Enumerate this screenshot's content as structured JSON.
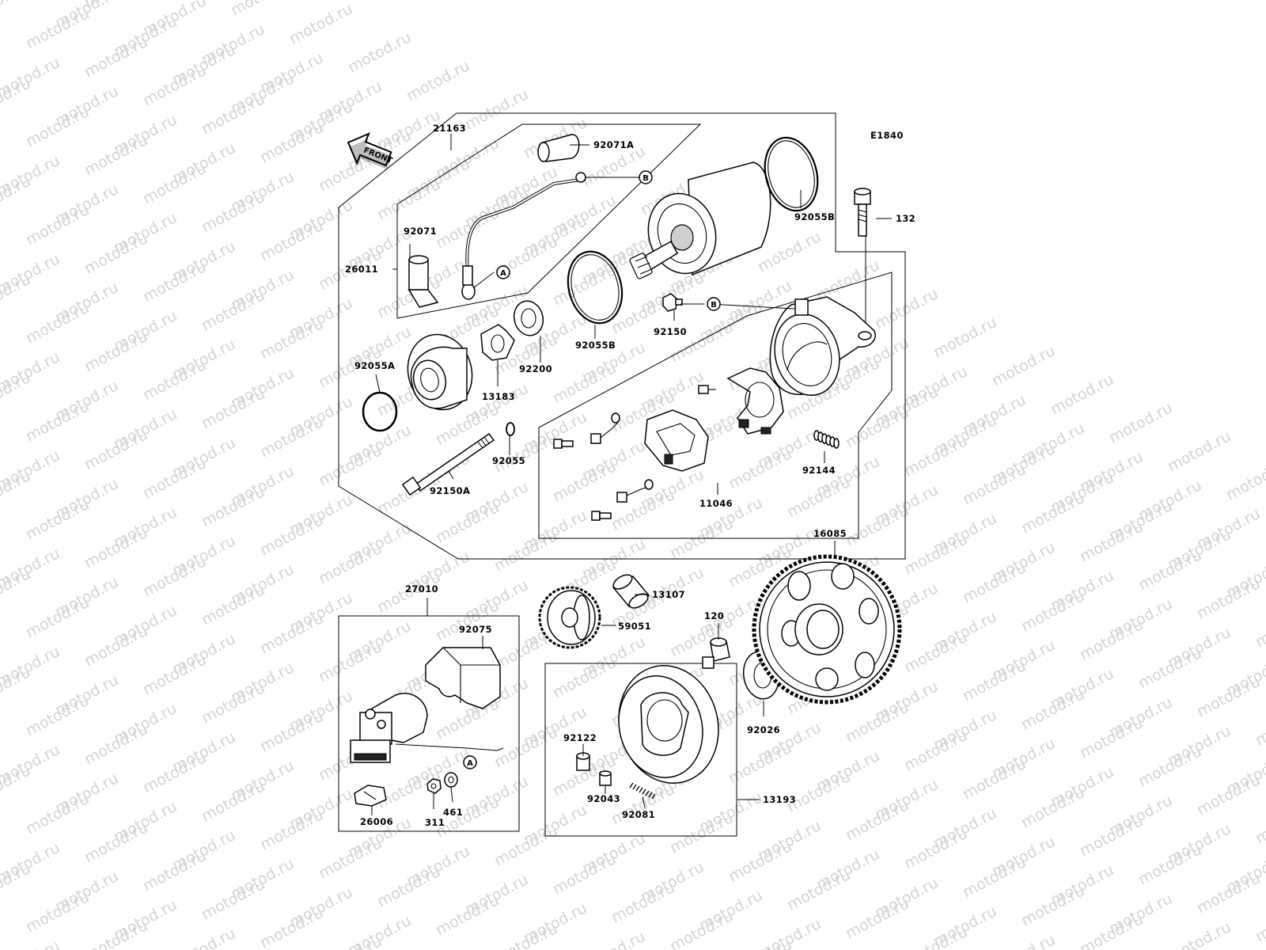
{
  "watermark": "motod.ru",
  "diagram_code": "E1840",
  "front_label": "FRONT",
  "parts": {
    "starter_motor": "21163",
    "lead_end": "92071A",
    "cable_cap": "92071",
    "cable_assembly": "26011",
    "oring_b_top": "92055B",
    "oring_b_mid": "92055B",
    "bolt_132": "132",
    "nut_92150": "92150",
    "oring_a": "92055A",
    "cover_13183": "13183",
    "washer_92200": "92200",
    "oring_92055": "92055",
    "through_bolt": "92150A",
    "brush_holder": "11046",
    "spring_92144": "92144",
    "starter_gear": "16085",
    "relay_27010": "27010",
    "relay_cover": "92075",
    "pipe_13107": "13107",
    "idle_gear": "59051",
    "shaft_120": "120",
    "washer_92026": "92026",
    "roller_92122": "92122",
    "spring_cap_92043": "92043",
    "spring_92081": "92081",
    "clutch_13193": "13193",
    "fuse_26006": "26006",
    "nut_311": "311",
    "washer_461": "461"
  },
  "refs": {
    "a": "A",
    "b": "B"
  }
}
